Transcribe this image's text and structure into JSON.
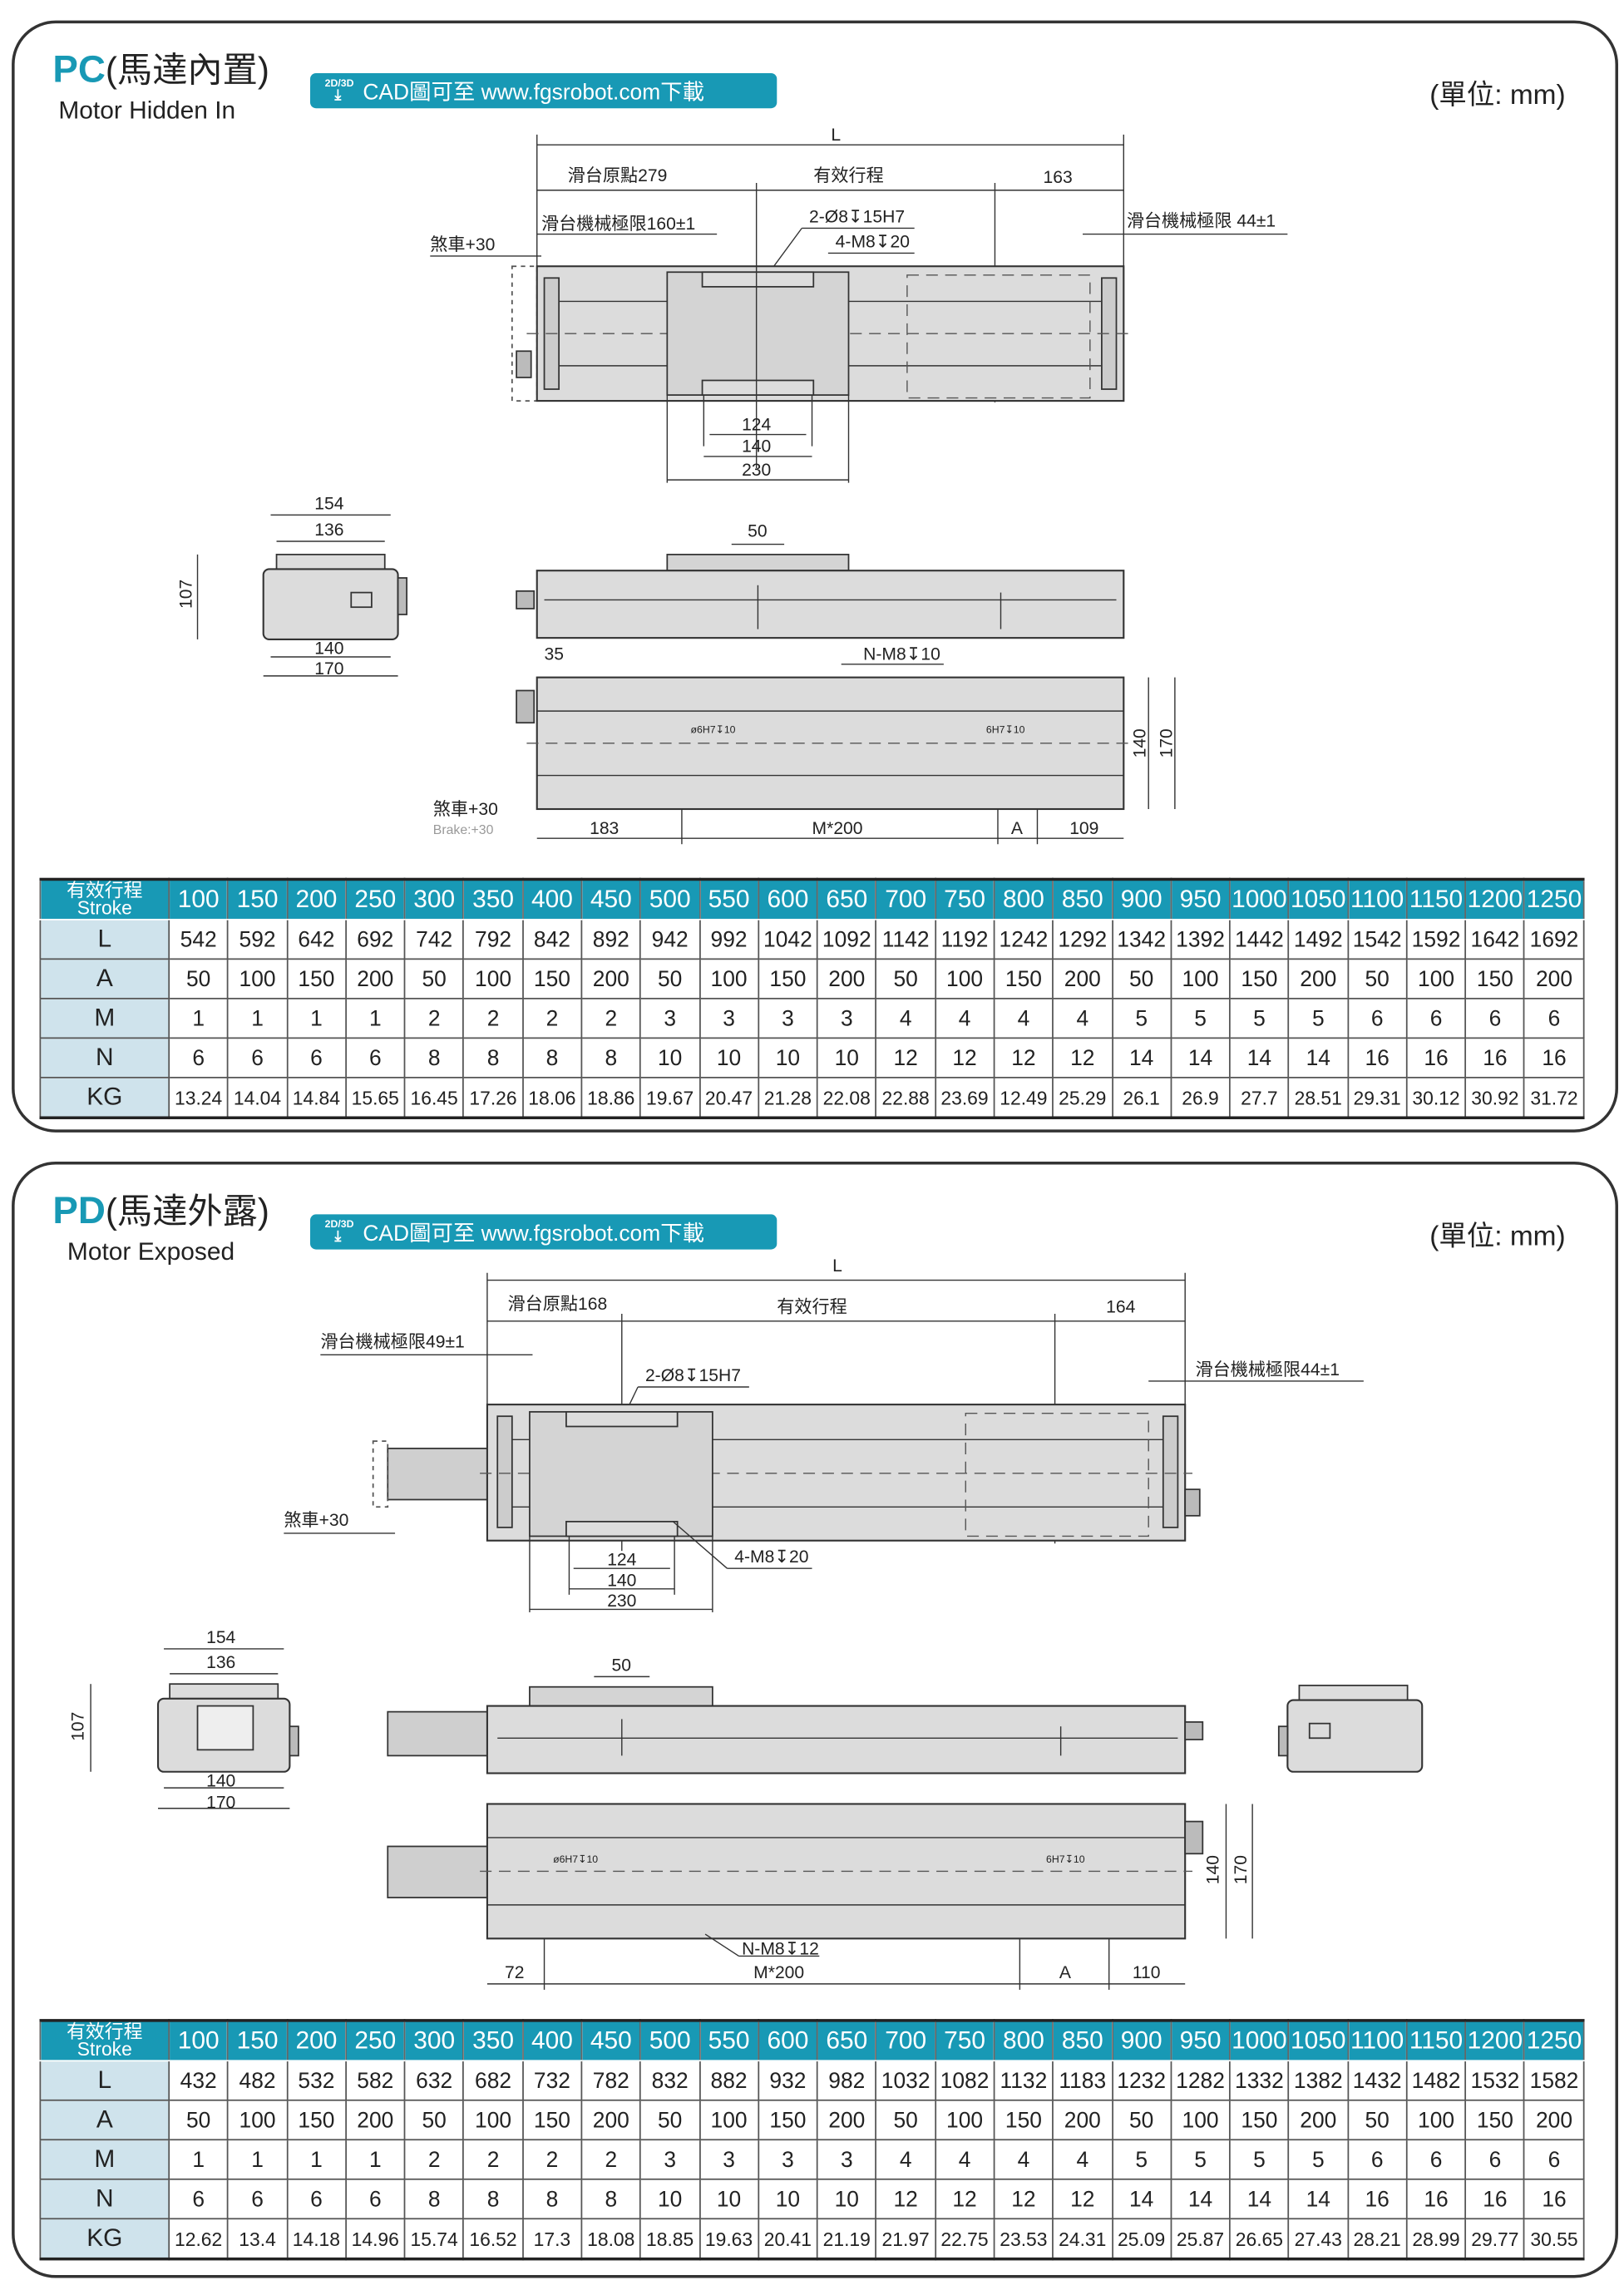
{
  "colors": {
    "accent": "#1899b5",
    "label_bg": "#cfe3ec"
  },
  "panels": [
    {
      "code": "PC",
      "name_zh": "(馬達內置)",
      "name_en": "Motor Hidden In",
      "badge": {
        "tag": "2D/3D",
        "icon": "download-icon",
        "text": "CAD圖可至 www.fgsrobot.com下載"
      },
      "unit": "(單位: mm)",
      "labels": {
        "L": "L",
        "origin": "滑台原點279",
        "stroke": "有效行程",
        "end": "163",
        "limit_left": "滑台機械極限160±1",
        "pin": "2-Ø8↧15H7",
        "tap": "4-M8↧20",
        "limit_right": "滑台機械極限 44±1",
        "brake_top": "煞車+30",
        "d124": "124",
        "d140": "140",
        "d230": "230",
        "e154": "154",
        "e136": "136",
        "e107": "107",
        "e140": "140",
        "e170": "170",
        "s50": "50",
        "b35": "35",
        "nm": "N-M8↧10",
        "hole1": "ø6H7↧10",
        "hole2": "6H7↧10",
        "h140": "140",
        "h170": "170",
        "brake_bottom": "煞車+30",
        "brake_en": "Brake:+30",
        "b183": "183",
        "m200": "M*200",
        "a": "A",
        "b109": "109"
      },
      "table": {
        "header_zh": "有效行程",
        "header_en": "Stroke",
        "strokes": [
          "100",
          "150",
          "200",
          "250",
          "300",
          "350",
          "400",
          "450",
          "500",
          "550",
          "600",
          "650",
          "700",
          "750",
          "800",
          "850",
          "900",
          "950",
          "1000",
          "1050",
          "1100",
          "1150",
          "1200",
          "1250"
        ],
        "rows": [
          {
            "label": "L",
            "values": [
              "542",
              "592",
              "642",
              "692",
              "742",
              "792",
              "842",
              "892",
              "942",
              "992",
              "1042",
              "1092",
              "1142",
              "1192",
              "1242",
              "1292",
              "1342",
              "1392",
              "1442",
              "1492",
              "1542",
              "1592",
              "1642",
              "1692"
            ]
          },
          {
            "label": "A",
            "values": [
              "50",
              "100",
              "150",
              "200",
              "50",
              "100",
              "150",
              "200",
              "50",
              "100",
              "150",
              "200",
              "50",
              "100",
              "150",
              "200",
              "50",
              "100",
              "150",
              "200",
              "50",
              "100",
              "150",
              "200"
            ]
          },
          {
            "label": "M",
            "values": [
              "1",
              "1",
              "1",
              "1",
              "2",
              "2",
              "2",
              "2",
              "3",
              "3",
              "3",
              "3",
              "4",
              "4",
              "4",
              "4",
              "5",
              "5",
              "5",
              "5",
              "6",
              "6",
              "6",
              "6"
            ]
          },
          {
            "label": "N",
            "values": [
              "6",
              "6",
              "6",
              "6",
              "8",
              "8",
              "8",
              "8",
              "10",
              "10",
              "10",
              "10",
              "12",
              "12",
              "12",
              "12",
              "14",
              "14",
              "14",
              "14",
              "16",
              "16",
              "16",
              "16"
            ]
          },
          {
            "label": "KG",
            "values": [
              "13.24",
              "14.04",
              "14.84",
              "15.65",
              "16.45",
              "17.26",
              "18.06",
              "18.86",
              "19.67",
              "20.47",
              "21.28",
              "22.08",
              "22.88",
              "23.69",
              "12.49",
              "25.29",
              "26.1",
              "26.9",
              "27.7",
              "28.51",
              "29.31",
              "30.12",
              "30.92",
              "31.72"
            ]
          }
        ]
      }
    },
    {
      "code": "PD",
      "name_zh": "(馬達外露)",
      "name_en": "Motor Exposed",
      "badge": {
        "tag": "2D/3D",
        "icon": "download-icon",
        "text": "CAD圖可至 www.fgsrobot.com下載"
      },
      "unit": "(單位: mm)",
      "labels": {
        "L": "L",
        "origin": "滑台原點168",
        "stroke": "有效行程",
        "end": "164",
        "limit_left": "滑台機械極限49±1",
        "pin": "2-Ø8↧15H7",
        "limit_right": "滑台機械極限44±1",
        "brake": "煞車+30",
        "tap": "4-M8↧20",
        "d124": "124",
        "d140": "140",
        "d230": "230",
        "e154": "154",
        "e136": "136",
        "e107": "107",
        "e140": "140",
        "e170": "170",
        "s50": "50",
        "hole1": "ø6H7↧10",
        "hole2": "6H7↧10",
        "h140": "140",
        "h170": "170",
        "nm": "N-M8↧12",
        "b72": "72",
        "m200": "M*200",
        "a": "A",
        "b110": "110"
      },
      "table": {
        "header_zh": "有效行程",
        "header_en": "Stroke",
        "strokes": [
          "100",
          "150",
          "200",
          "250",
          "300",
          "350",
          "400",
          "450",
          "500",
          "550",
          "600",
          "650",
          "700",
          "750",
          "800",
          "850",
          "900",
          "950",
          "1000",
          "1050",
          "1100",
          "1150",
          "1200",
          "1250"
        ],
        "rows": [
          {
            "label": "L",
            "values": [
              "432",
              "482",
              "532",
              "582",
              "632",
              "682",
              "732",
              "782",
              "832",
              "882",
              "932",
              "982",
              "1032",
              "1082",
              "1132",
              "1183",
              "1232",
              "1282",
              "1332",
              "1382",
              "1432",
              "1482",
              "1532",
              "1582"
            ]
          },
          {
            "label": "A",
            "values": [
              "50",
              "100",
              "150",
              "200",
              "50",
              "100",
              "150",
              "200",
              "50",
              "100",
              "150",
              "200",
              "50",
              "100",
              "150",
              "200",
              "50",
              "100",
              "150",
              "200",
              "50",
              "100",
              "150",
              "200"
            ]
          },
          {
            "label": "M",
            "values": [
              "1",
              "1",
              "1",
              "1",
              "2",
              "2",
              "2",
              "2",
              "3",
              "3",
              "3",
              "3",
              "4",
              "4",
              "4",
              "4",
              "5",
              "5",
              "5",
              "5",
              "6",
              "6",
              "6",
              "6"
            ]
          },
          {
            "label": "N",
            "values": [
              "6",
              "6",
              "6",
              "6",
              "8",
              "8",
              "8",
              "8",
              "10",
              "10",
              "10",
              "10",
              "12",
              "12",
              "12",
              "12",
              "14",
              "14",
              "14",
              "14",
              "16",
              "16",
              "16",
              "16"
            ]
          },
          {
            "label": "KG",
            "values": [
              "12.62",
              "13.4",
              "14.18",
              "14.96",
              "15.74",
              "16.52",
              "17.3",
              "18.08",
              "18.85",
              "19.63",
              "20.41",
              "21.19",
              "21.97",
              "22.75",
              "23.53",
              "24.31",
              "25.09",
              "25.87",
              "26.65",
              "27.43",
              "28.21",
              "28.99",
              "29.77",
              "30.55"
            ]
          }
        ]
      }
    }
  ]
}
